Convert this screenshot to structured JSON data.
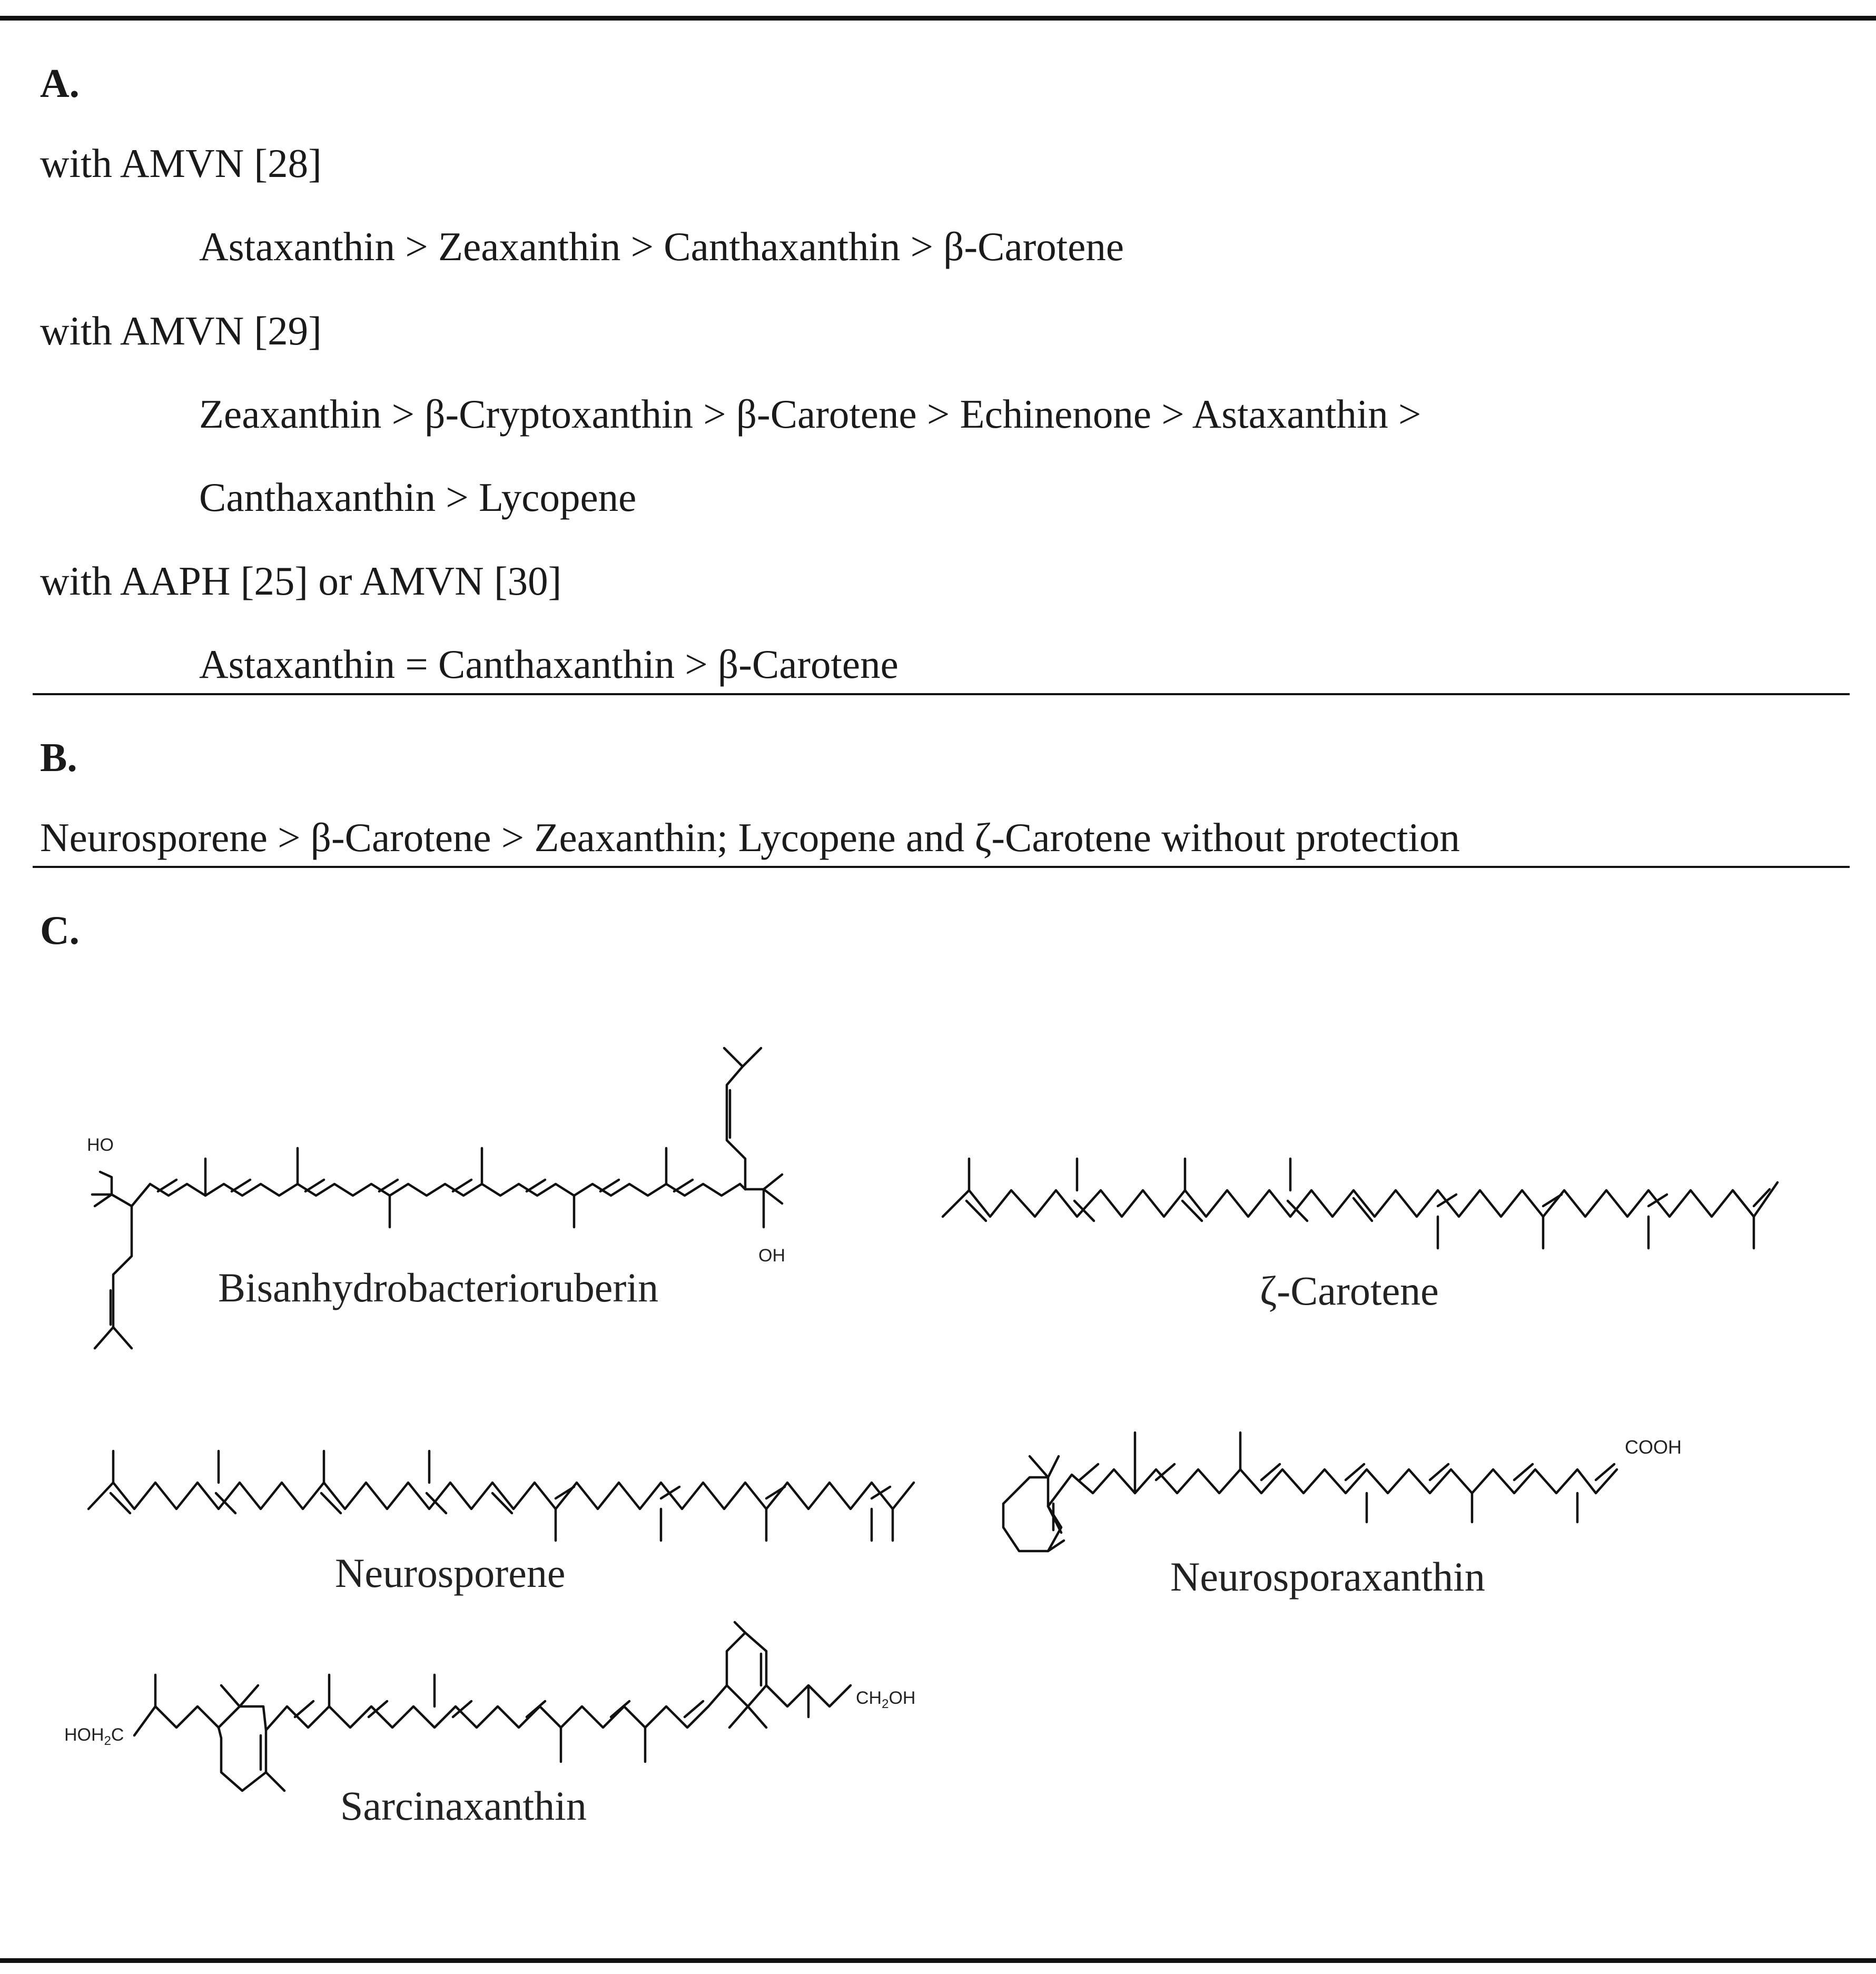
{
  "section_a": {
    "label": "A.",
    "rows": [
      {
        "kind": "condition",
        "text": "with AMVN [28]"
      },
      {
        "kind": "order",
        "text": "Astaxanthin > Zeaxanthin > Canthaxanthin > β-Carotene"
      },
      {
        "kind": "condition",
        "text": "with AMVN [29]"
      },
      {
        "kind": "order",
        "text": "Zeaxanthin > β-Cryptoxanthin > β-Carotene > Echinenone > Astaxanthin >"
      },
      {
        "kind": "order",
        "text": "Canthaxanthin > Lycopene"
      },
      {
        "kind": "condition",
        "text": "with AAPH [25] or AMVN [30]"
      },
      {
        "kind": "order",
        "text": "Astaxanthin = Canthaxanthin > β-Carotene"
      }
    ]
  },
  "section_b": {
    "label": "B.",
    "text": "Neurosporene > β-Carotene > Zeaxanthin; Lycopene and ζ-Carotene without protection"
  },
  "section_c": {
    "label": "C.",
    "structures": [
      {
        "name": "Bisanhydrobacterioruberin",
        "groups": [
          "HO",
          "OH"
        ]
      },
      {
        "name": "ζ-Carotene",
        "groups": []
      },
      {
        "name": "Neurosporene",
        "groups": []
      },
      {
        "name": "Neurosporaxanthin",
        "groups": [
          "COOH"
        ]
      },
      {
        "name": "Sarcinaxanthin",
        "groups": [
          "HOH2C",
          "CH2OH"
        ]
      }
    ]
  }
}
